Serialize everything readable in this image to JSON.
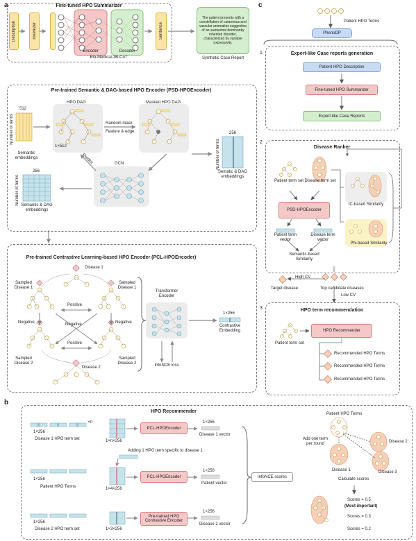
{
  "letters": {
    "a": "a",
    "b": "b",
    "c": "c"
  },
  "panel_a1": {
    "title": "Fine-tuned HPO Summarizer",
    "description": "Description",
    "tokenizer": "Tokenizer",
    "encoder": "Encoder",
    "decoder": "Decoder",
    "sentence": "Sentence",
    "model": "Bio-Medical-3B-CoT",
    "report_text": "The patient presents with a constellation of cutaneous and vascular anomalies suggestive of an autosomal dominantly inherited disorder, characterized by variable expressivity.",
    "report_label": "Synthetic Case Report"
  },
  "panel_a2": {
    "title": "Pre-trained Semantic & DAG-based HPO Encoder (PSD-HPOEncoder)",
    "dim512": "512",
    "num_terms": "Number of terms",
    "semantic_emb": "Semantic embeddings",
    "hpo_dag": "HPO DAG",
    "vec_1x512": "1×512",
    "masked_dag": "Masked HPO DAG",
    "random_mask": "Random mask",
    "feature_edge": "Feature & edge",
    "predict": "Predict",
    "gcn": "GCN",
    "dim256_right": "256",
    "num_terms_right": "Number of terms",
    "sd_emb_right": "Sematic & DAG embeddings",
    "dim256_left": "256",
    "num_terms_left": "Number of terms",
    "sd_emb_left": "Semantic & DAG embeddings"
  },
  "panel_a3": {
    "title": "Pre-trained Contrastive Learning-based HPO Encoder (PCL-HPOEncoder)",
    "disease1": "Disease 1",
    "disease2": "Disease 2",
    "sampled_d1_left": "Sampled Disease 1",
    "sampled_d1_right": "Sampled Disease 1",
    "sampled_d2_left": "Sampled Disease 2",
    "sampled_d2_right": "Sampled Disease 2",
    "positive_top": "Positive",
    "positive_bottom": "Positive",
    "negative_left": "Negative",
    "negative_mid": "Negative",
    "negative_right": "Negative",
    "transformer": "Transformer Encoder",
    "infonce": "InfoNCE loss",
    "vec_1x256": "1×256",
    "contrastive": "Contrastive Embedding"
  },
  "panel_b": {
    "title": "HPO Recommender",
    "row1_vec": "1×256",
    "row1_n": "×n",
    "row1_label": "Disease 1 HPO term set",
    "row1_matrix": "1×n×256",
    "row1_encoder": "PCL-HPOEncoder",
    "row1_out_dim": "1×256",
    "row1_out_label": "Disease 1 vector",
    "adding": "Adding 1 HPO term specific to disease 1",
    "row2_vec": "1×256",
    "row2_label": "Patient HPO Terms",
    "row2_matrix": "1×4×256",
    "row2_encoder": "PCL-HPOEncoder",
    "row2_out_dim": "1×256",
    "row2_out_label": "Patient vector",
    "row3_vec": "1×256",
    "row3_label": "Disease 2 HPO term set",
    "row3_matrix": "1×3×256",
    "row3_encoder": "Pre-trained HPO Contrastive Encoder",
    "row3_out_dim": "1×256",
    "row3_out_label": "Disease 2 vector",
    "infonce_scores": "InfoNCE scores",
    "patient_terms": "Patient HPO Terms",
    "add_one": "Add one term per round",
    "disease1": "Disease 1",
    "disease2": "Disease 2",
    "disease3": "Disease 3",
    "calc": "Calculate scores",
    "score1": "Scores = 0.5",
    "score1_note": "(Most important)",
    "score2": "Scores = 0.3",
    "score3": "Scores = 0.2"
  },
  "panel_c": {
    "patient_terms": "Patient HPO Terms",
    "phenodp": "PhenoDP",
    "s1_num": "1",
    "s1_title": "Expert-like Case reports generation",
    "s1_desc": "Patient HPO Description",
    "s1_summ": "Fine-tuned HPO Summarizer",
    "s1_out": "Expert-like Case Reports",
    "s2_num": "2",
    "s2_title": "Disease Ranker",
    "patient_set": "Patient term set",
    "disease_set": "Disease term set",
    "psd": "PSD-HPOEncoder",
    "patient_vec": "Patient term vector",
    "disease_vec": "Disease term vector",
    "semantic_sim": "Semantic-based Similarity",
    "ic_sim": "IC-based Similarity",
    "phi_sim": "Phi-based Similarity",
    "high_cv": "High CV",
    "low_cv": "Low CV",
    "target": "Target disease",
    "top_cand": "Top candidate diseases",
    "s3_num": "3",
    "s3_title": "HPO term recommendation",
    "patient_set3": "Patient term set",
    "recommender": "HPO Recommender",
    "rec1": "Recommended HPO Terms",
    "rec2": "Recommended HPO Terms",
    "rec3": "Recommended HPO Terms"
  }
}
